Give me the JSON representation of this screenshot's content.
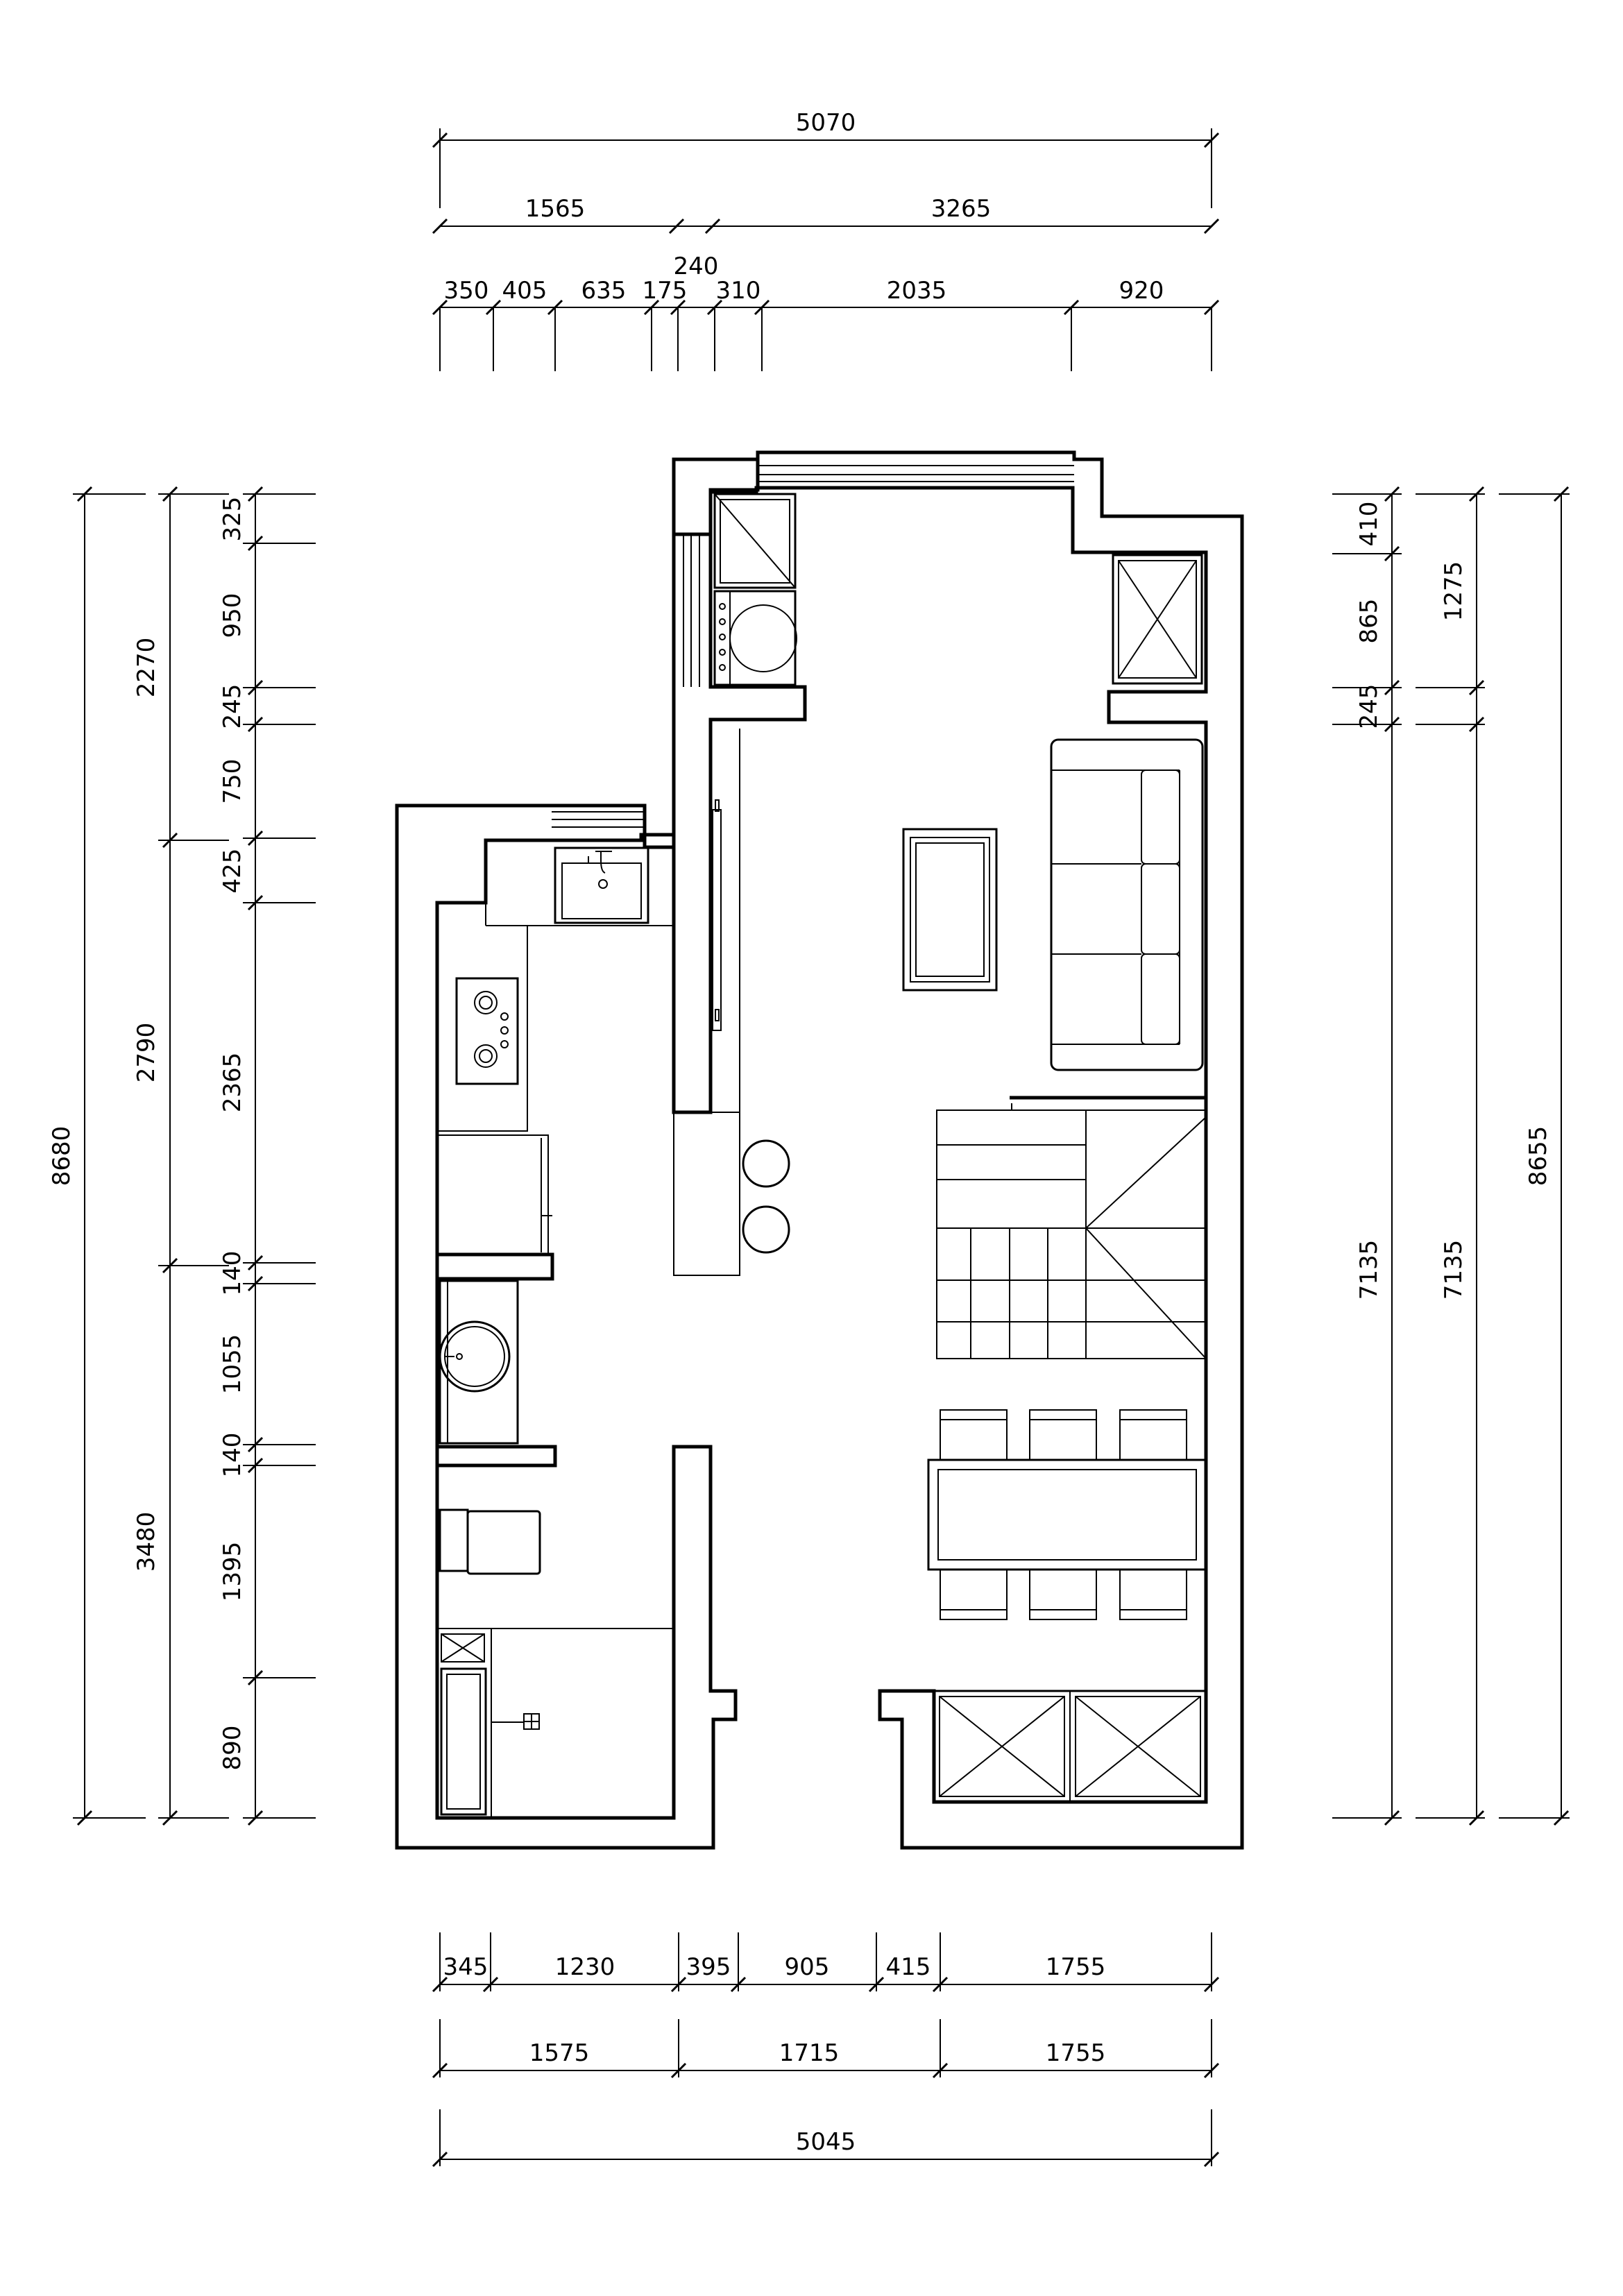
{
  "drawing": {
    "top_dimensions": {
      "overall": "5070",
      "level2": [
        "1565",
        "3265"
      ],
      "level3": [
        "350",
        "405",
        "635",
        "175",
        "240",
        "310",
        "2035",
        "920"
      ]
    },
    "bottom_dimensions": {
      "level1": [
        "345",
        "1230",
        "395",
        "905",
        "415",
        "1755"
      ],
      "level2": [
        "1575",
        "1715",
        "1755"
      ],
      "overall": "5045"
    },
    "left_dimensions": {
      "overall": "8680",
      "level2": [
        "2270",
        "2790",
        "3480"
      ],
      "level3": [
        "325",
        "950",
        "245",
        "750",
        "425",
        "2365",
        "140",
        "1055",
        "140",
        "1395",
        "890"
      ]
    },
    "right_dimensions": {
      "overall": "8655",
      "level2": [
        "1275",
        "7135"
      ],
      "level3": [
        "410",
        "865",
        "245",
        "7135"
      ]
    }
  },
  "colors": {
    "line": "#000000",
    "background": "#ffffff",
    "counter": "#9a9a9a"
  },
  "icons": [
    "sink-icon",
    "gas-stove-icon",
    "washing-machine-icon",
    "basin-icon",
    "toilet-icon",
    "shower-drain-icon"
  ]
}
